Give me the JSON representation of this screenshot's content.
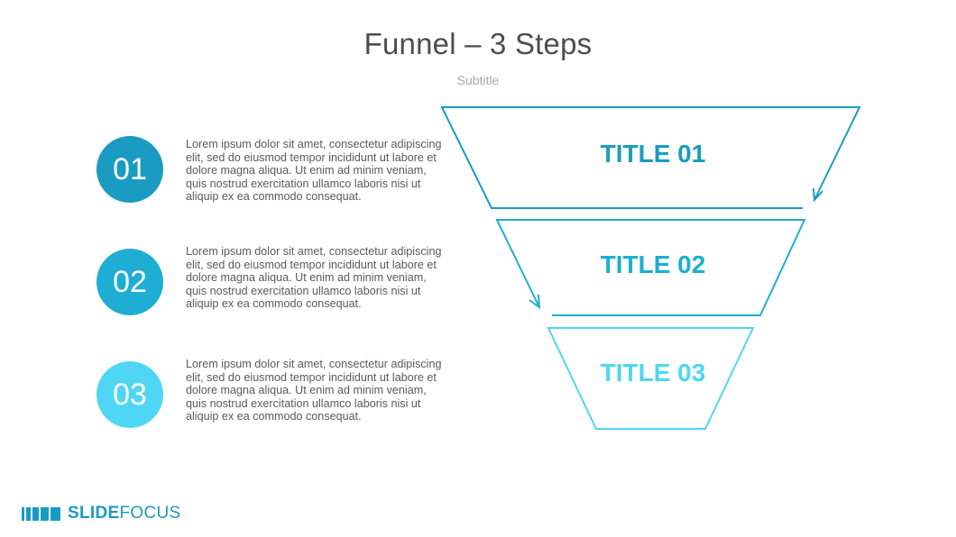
{
  "slide": {
    "title": "Funnel – 3 Steps",
    "subtitle": "Subtitle"
  },
  "steps": [
    {
      "number": "01",
      "text": "Lorem ipsum dolor sit amet, consectetur adipiscing elit, sed do eiusmod tempor incididunt ut labore et dolore magna aliqua. Ut enim ad minim veniam, quis nostrud exercitation ullamco laboris nisi ut aliquip ex ea commodo consequat.",
      "funnel_title": "TITLE 01",
      "color": "#1a9bc2"
    },
    {
      "number": "02",
      "text": "Lorem ipsum dolor sit amet, consectetur adipiscing elit, sed do eiusmod tempor incididunt ut labore et dolore magna aliqua. Ut enim ad minim veniam, quis nostrud exercitation ullamco laboris nisi ut aliquip ex ea commodo consequat.",
      "funnel_title": "TITLE 02",
      "color": "#1eaed3"
    },
    {
      "number": "03",
      "text": "Lorem ipsum dolor sit amet, consectetur adipiscing elit, sed do eiusmod tempor incididunt ut labore et dolore magna aliqua. Ut enim ad minim veniam, quis nostrud exercitation ullamco laboris nisi ut aliquip ex ea commodo consequat.",
      "funnel_title": "TITLE 03",
      "color": "#4fd6f5"
    }
  ],
  "logo": {
    "bold": "SLIDE",
    "regular": "FOCUS"
  }
}
